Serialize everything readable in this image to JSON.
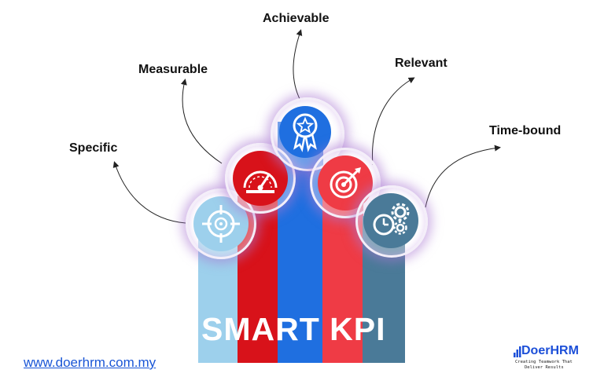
{
  "labels": {
    "specific": "Specific",
    "measurable": "Measurable",
    "achievable": "Achievable",
    "relevant": "Relevant",
    "time_bound": "Time-bound"
  },
  "title": "SMART KPI",
  "website": "www.doerhrm.com.my",
  "logo": {
    "name": "DoerHRM",
    "tagline_line1": "Creating Teamwork That",
    "tagline_line2": "Deliver Results"
  },
  "icons": {
    "specific": "target-crosshair-icon",
    "measurable": "speedometer-icon",
    "achievable": "award-ribbon-star-icon",
    "relevant": "bullseye-arrow-icon",
    "time_bound": "clock-gears-icon"
  },
  "colors": {
    "specific_bar": "#9dd0ec",
    "measurable_bar": "#d8121a",
    "achievable_bar": "#1f6fe0",
    "relevant_bar": "#ef3b45",
    "time_bound_bar": "#4a7a98",
    "link": "#1a56d6",
    "brand": "#1c4fd8"
  }
}
